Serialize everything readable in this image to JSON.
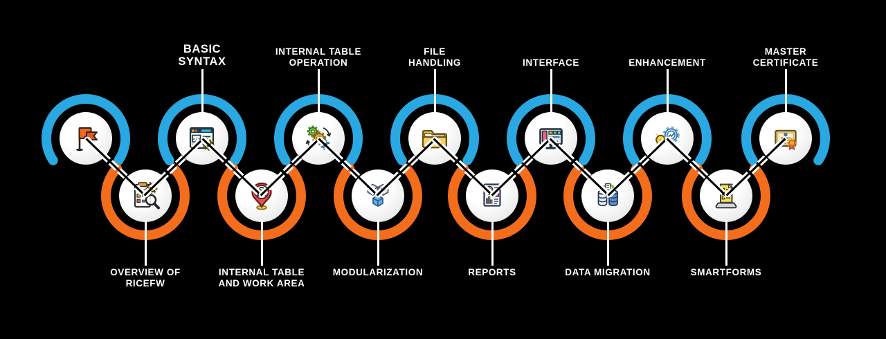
{
  "diagram": {
    "background": "#000000",
    "colors": {
      "top_arc": "#29A8E2",
      "bottom_arc": "#F36D1D",
      "connector": "#FFFFFF",
      "label": "#FFFFFF"
    },
    "nodes": [
      {
        "id": "start",
        "row": "top",
        "label": "",
        "icon": "flag-icon"
      },
      {
        "id": "overview-of-ricefw",
        "row": "bottom",
        "label": "OVERVIEW OF\nRICEFW",
        "icon": "checklist-search-icon"
      },
      {
        "id": "basic-syntax",
        "row": "top",
        "label": "BASIC\nSYNTAX",
        "icon": "code-window-icon"
      },
      {
        "id": "internal-table-and-work-area",
        "row": "bottom",
        "label": "INTERNAL TABLE\nAND WORK AREA",
        "icon": "pin-briefcase-icon"
      },
      {
        "id": "internal-table-operation",
        "row": "top",
        "label": "INTERNAL TABLE\nOPERATION",
        "icon": "gears-sync-icon"
      },
      {
        "id": "modularization",
        "row": "bottom",
        "label": "MODULARIZATION",
        "icon": "cubes-icon"
      },
      {
        "id": "file-handling",
        "row": "top",
        "label": "FILE\nHANDLING",
        "icon": "folder-icon"
      },
      {
        "id": "reports",
        "row": "bottom",
        "label": "REPORTS",
        "icon": "report-document-icon"
      },
      {
        "id": "interface",
        "row": "top",
        "label": "INTERFACE",
        "icon": "monitor-icon"
      },
      {
        "id": "data-migration",
        "row": "bottom",
        "label": "DATA MIGRATION",
        "icon": "database-migration-icon"
      },
      {
        "id": "enhancement",
        "row": "top",
        "label": "ENHANCEMENT",
        "icon": "bulb-gear-icon"
      },
      {
        "id": "smartforms",
        "row": "bottom",
        "label": "SMARTFORMS",
        "icon": "smartform-icon"
      },
      {
        "id": "master-certificate",
        "row": "top",
        "label": "MASTER\nCERTIFICATE",
        "icon": "certificate-icon"
      }
    ]
  }
}
